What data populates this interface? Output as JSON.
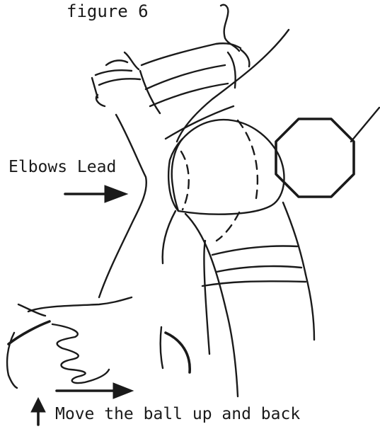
{
  "figure": {
    "title": "figure 6"
  },
  "labels": {
    "elbows": "Elbows Lead",
    "caption": "Move the ball up and back"
  },
  "colors": {
    "ink": "#1a1a1a",
    "background": "#ffffff"
  },
  "icons": {
    "hoop": "octagon-hoop",
    "arrows": [
      "arrow-right-elbows",
      "arrow-right-motion",
      "arrow-up-motion"
    ]
  }
}
